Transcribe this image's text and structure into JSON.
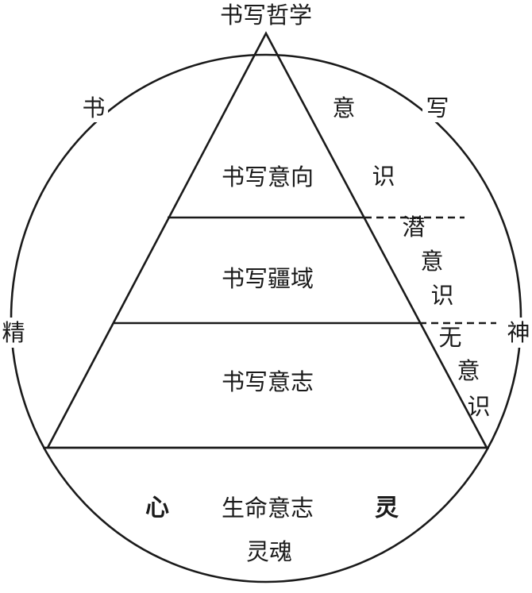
{
  "diagram": {
    "top_title": "书写哲学",
    "rim_left": [
      "书",
      "精"
    ],
    "rim_right": [
      "写",
      "神"
    ],
    "levels": [
      "书写意向",
      "书写疆域",
      "书写意志"
    ],
    "consciousness": {
      "conscious": [
        "意",
        "识"
      ],
      "subconscious": [
        "潜",
        "意",
        "识"
      ],
      "unconscious": [
        "无",
        "意",
        "识"
      ]
    },
    "base": {
      "left_word": "心",
      "center": "生命意志",
      "right_word": "灵",
      "bottom": "灵魂"
    }
  }
}
